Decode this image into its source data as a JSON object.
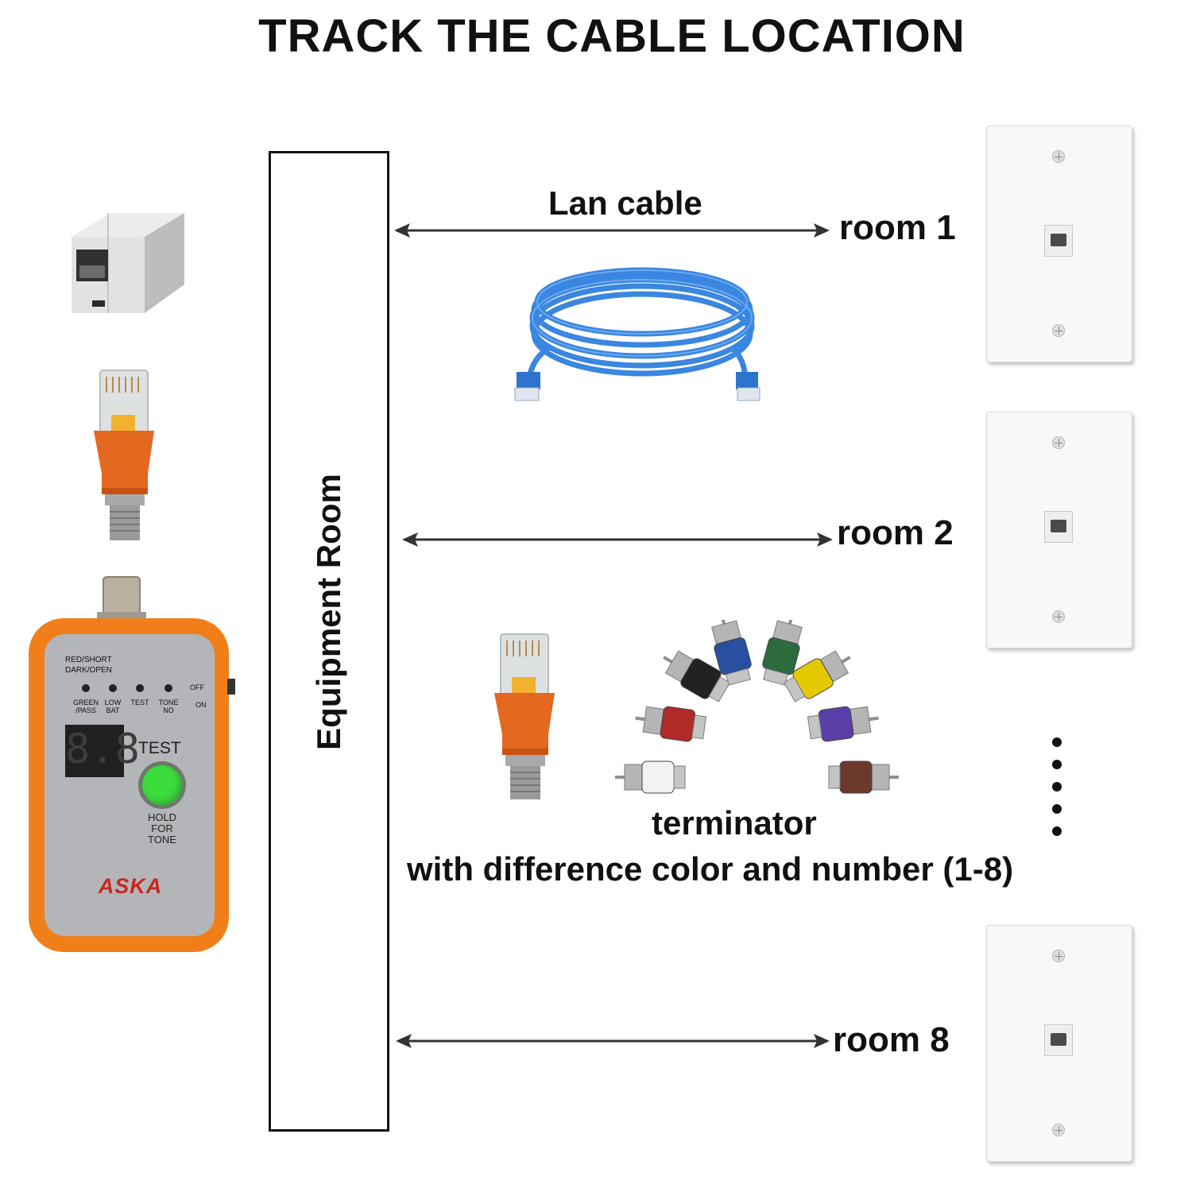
{
  "title": "TRACK THE CABLE LOCATION",
  "equipment_room": {
    "label": "Equipment Room"
  },
  "lan_cable": {
    "label": "Lan cable"
  },
  "rooms": [
    {
      "label": "room 1"
    },
    {
      "label": "room 2"
    },
    {
      "label": "room 8"
    }
  ],
  "terminator": {
    "label": "terminator",
    "caption": "with difference color and number (1-8)",
    "colors": [
      "#f2f2f2",
      "#b02a2a",
      "#222222",
      "#2a4fa0",
      "#2c6b3e",
      "#e5c900",
      "#5b3fa8",
      "#6b3a2a"
    ]
  },
  "tester": {
    "status_line1": "RED/SHORT",
    "status_line2": "DARK/OPEN",
    "led_green_line1": "GREEN",
    "led_green_line2": "/PASS",
    "led_lowbat_line1": "LOW",
    "led_lowbat_line2": "BAT",
    "led_test": "TEST",
    "led_tone_line1": "TONE",
    "led_tone_line2": "NO",
    "switch_off": "OFF",
    "switch_on": "ON",
    "display": "8.8",
    "test_label": "TEST",
    "hold_line1": "HOLD",
    "hold_line2": "FOR",
    "hold_line3": "TONE",
    "brand": "ASKA",
    "body_color": "#f07f1a",
    "face_color": "#b3b5b8",
    "button_color": "#3ddc3d"
  },
  "cable_color": "#3a86e0",
  "adapter_color": "#e4681f"
}
